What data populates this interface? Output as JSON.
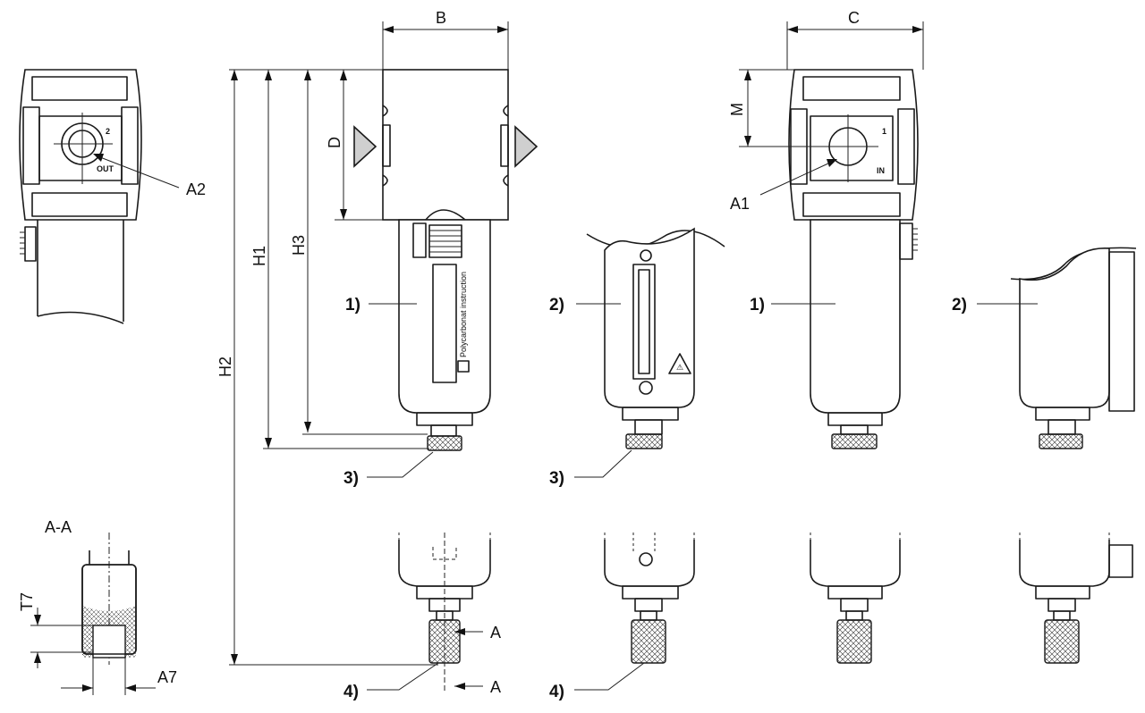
{
  "dimensions": {
    "B": "B",
    "C": "C",
    "D": "D",
    "M": "M",
    "H1": "H1",
    "H2": "H2",
    "H3": "H3",
    "T7": "T7",
    "A7": "A7"
  },
  "ports": {
    "A1": "A1",
    "A2": "A2",
    "port_out_num": "2",
    "port_out": "OUT",
    "port_in_num": "1",
    "port_in": "IN"
  },
  "section": {
    "title": "A-A",
    "mark_top": "A",
    "mark_bottom": "A"
  },
  "bowl_text": "Polycarbonat instruction",
  "callouts": {
    "c1a": "1)",
    "c1b": "1)",
    "c2a": "2)",
    "c2b": "2)",
    "c3a": "3)",
    "c3b": "3)",
    "c4a": "4)",
    "c4b": "4)"
  }
}
